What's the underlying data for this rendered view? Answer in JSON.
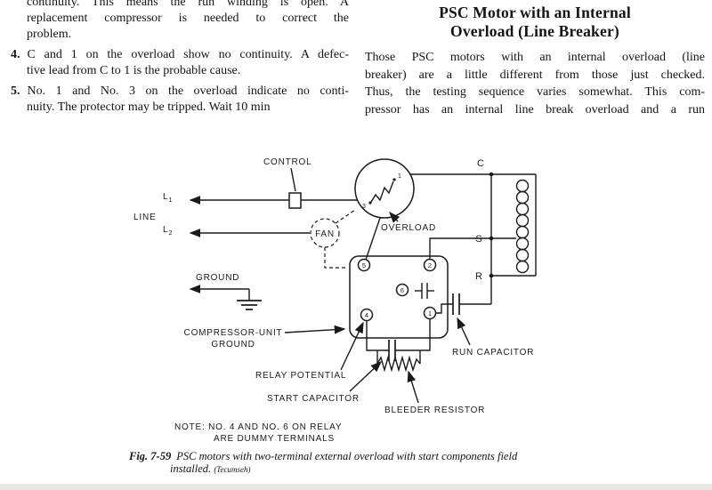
{
  "left_column": {
    "para_lines": [
      "continuity. This means the run winding is open. A",
      "replacement compressor is needed to correct the",
      "problem."
    ],
    "items": [
      {
        "num": "4.",
        "lines": [
          "C and 1 on the overload show no continuity. A defec-",
          "tive lead from C to 1 is the probable cause."
        ]
      },
      {
        "num": "5.",
        "lines": [
          "No. 1 and No. 3 on the overload indicate no conti-",
          "nuity. The protector may be tripped. Wait 10 min"
        ]
      }
    ]
  },
  "right_column": {
    "heading_lines": [
      "PSC Motor with an Internal",
      "Overload (Line Breaker)"
    ],
    "para_lines": [
      "Those PSC motors with an internal overload (line",
      "breaker) are a little different from those just checked.",
      "Thus, the testing sequence varies somewhat. This com-",
      "pressor has an internal line break overload and a run"
    ]
  },
  "diagram": {
    "labels": {
      "control": "CONTROL",
      "line": "LINE",
      "l_main": "L",
      "l1_sub": "1",
      "l2_sub": "2",
      "fan": "FAN",
      "ground": "GROUND",
      "compressor_unit": "COMPRESSOR-UNIT",
      "compressor_ground": "GROUND",
      "overload": "OVERLOAD",
      "relay_potential": "RELAY POTENTIAL",
      "start_capacitor": "START CAPACITOR",
      "bleeder_resistor": "BLEEDER RESISTOR",
      "run_capacitor": "RUN CAPACITOR",
      "terminal_c": "C",
      "terminal_s": "S",
      "terminal_r": "R",
      "note_line1": "NOTE:  NO. 4 AND NO. 6 ON RELAY",
      "note_line2": "ARE DUMMY TERMINALS",
      "relay_terminals": {
        "t5": "5",
        "t2": "2",
        "t6": "6",
        "t4": "4",
        "t1": "1"
      },
      "motor_terminals": {
        "m1": "1",
        "m3": "3"
      }
    },
    "caption": {
      "fig_label": "Fig. 7-59",
      "line1": "PSC motors with two-terminal external overload with start components field",
      "line2": "installed.",
      "credit": "(Tecumseh)"
    }
  }
}
